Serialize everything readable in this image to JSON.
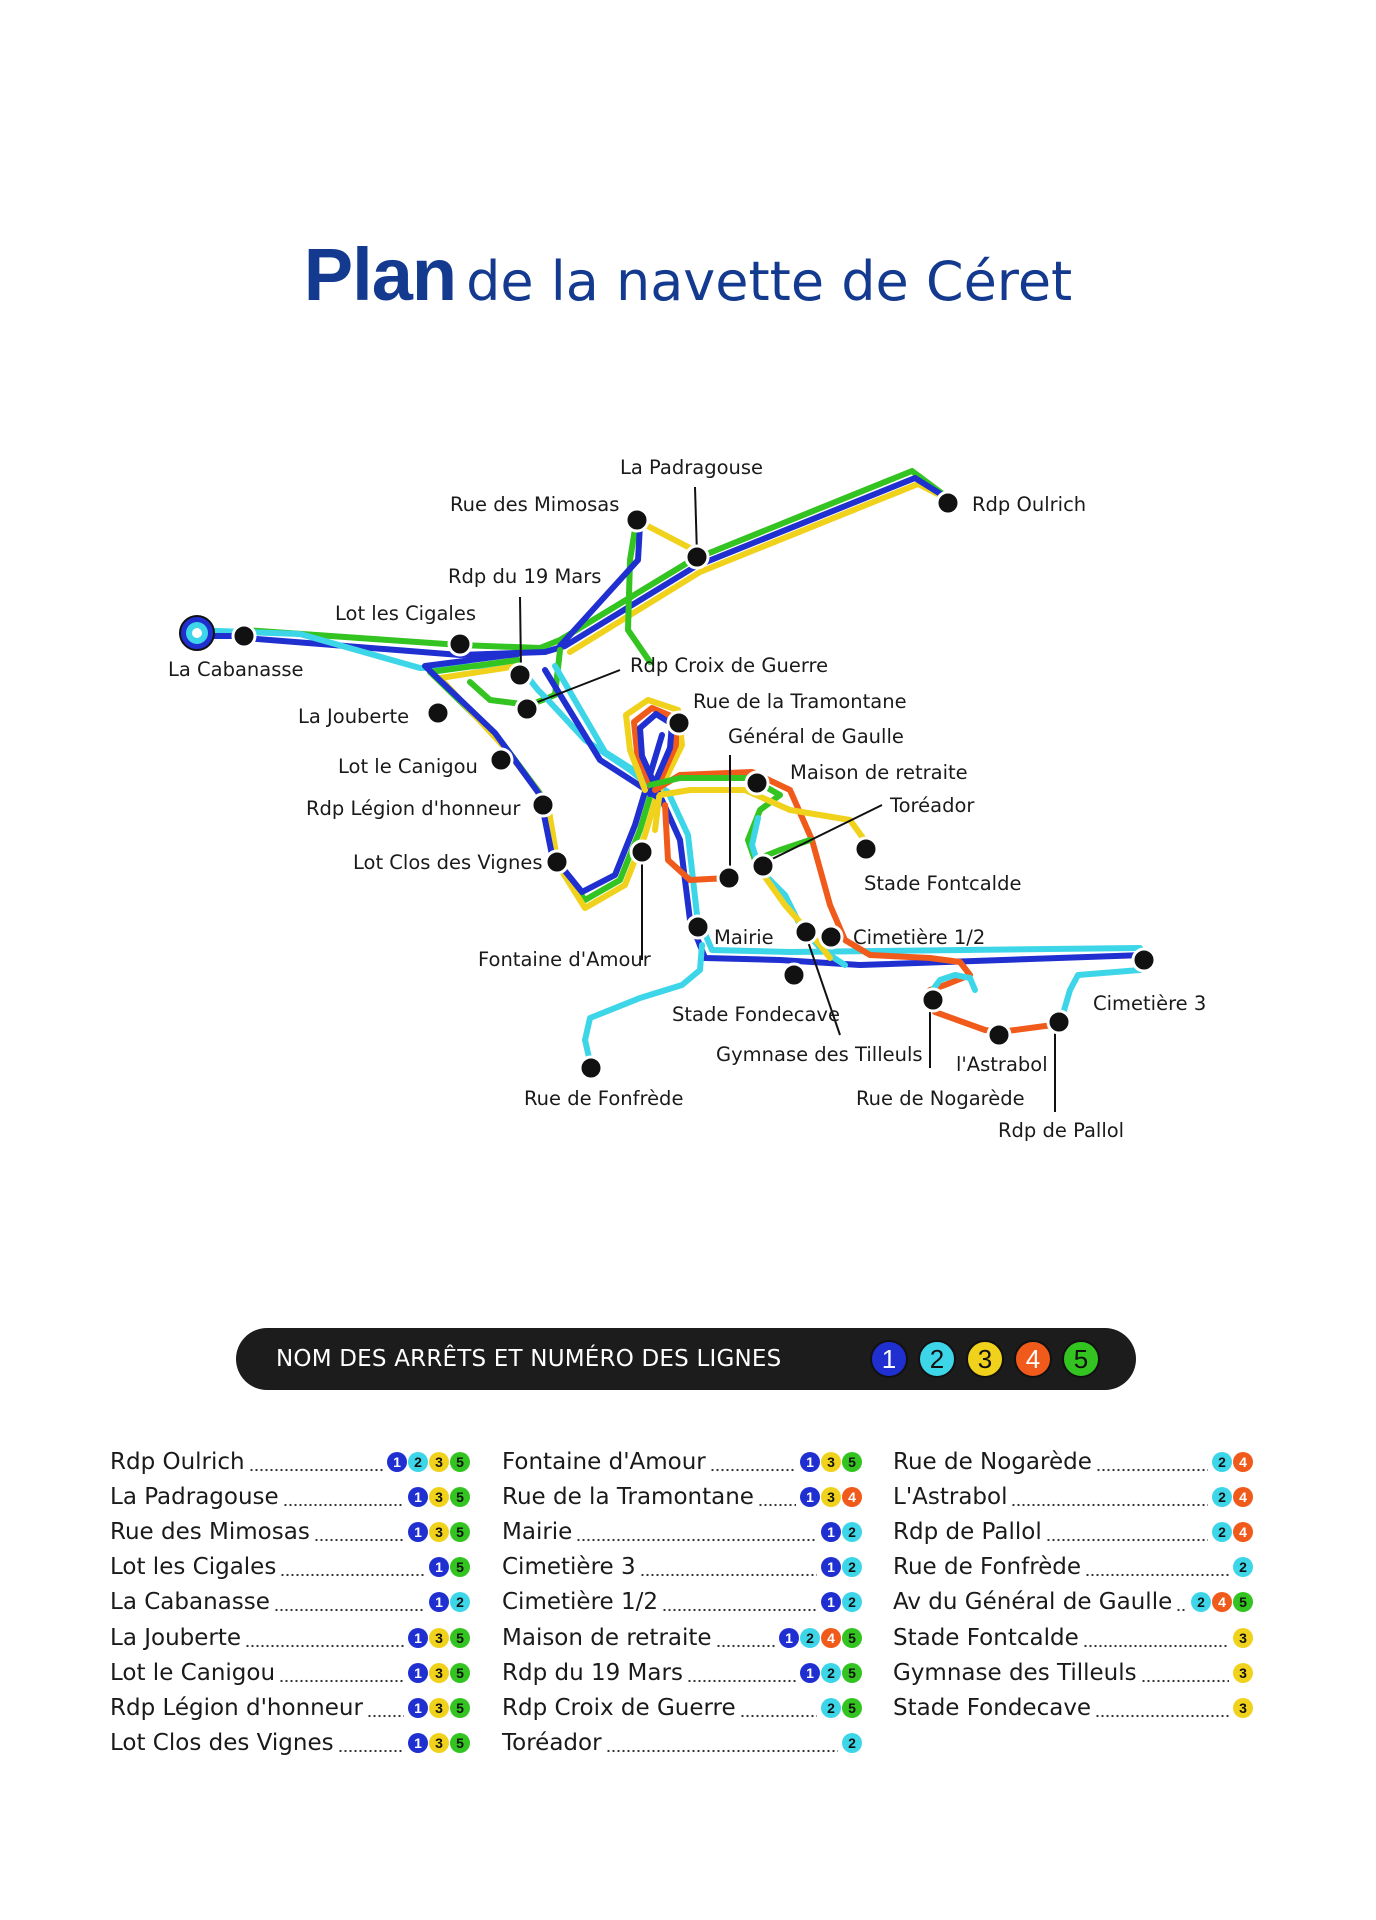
{
  "title": {
    "bold": "Plan",
    "rest": "de la navette de Céret"
  },
  "colors": {
    "line_1": "#1f2fd0",
    "line_2": "#3dd6e8",
    "line_3": "#f0d21c",
    "line_4": "#f05a1a",
    "line_5": "#33c421",
    "title": "#133a8f",
    "station": "#111111"
  },
  "map_labels": {
    "la_padragouse": "La Padragouse",
    "rdp_oulrich": "Rdp Oulrich",
    "rue_des_mimosas": "Rue des Mimosas",
    "rdp_du_19_mars": "Rdp du 19 Mars",
    "lot_les_cigales": "Lot les Cigales",
    "la_cabanasse": "La Cabanasse",
    "rdp_croix_de_guerre": "Rdp Croix de Guerre",
    "rue_de_la_tramontane": "Rue de la Tramontane",
    "la_jouberte": "La Jouberte",
    "general_de_gaulle": "Général de Gaulle",
    "maison_de_retraite": "Maison de retraite",
    "lot_le_canigou": "Lot le Canigou",
    "toreador": "Toréador",
    "rdp_legion": "Rdp Légion d'honneur",
    "stade_fontcalde": "Stade Fontcalde",
    "lot_clos_des_vignes": "Lot Clos des Vignes",
    "fontaine_damour": "Fontaine d'Amour",
    "mairie": "Mairie",
    "cimetiere_12": "Cimetière 1/2",
    "cimetiere_3": "Cimetière 3",
    "stade_fondecave": "Stade Fondecave",
    "lastrabol": "l'Astrabol",
    "gymnase_des_tilleuls": "Gymnase des Tilleuls",
    "rue_de_fonfrede": "Rue de Fonfrède",
    "rue_de_nogarede": "Rue de Nogarède",
    "rdp_de_pallol": "Rdp de Pallol"
  },
  "legend": {
    "title": "NOM DES ARRÊTS ET NUMÉRO DES LIGNES",
    "lines": [
      "1",
      "2",
      "3",
      "4",
      "5"
    ]
  },
  "stops_columns": [
    [
      {
        "name": "Rdp Oulrich",
        "lines": [
          "1",
          "2",
          "3",
          "5"
        ]
      },
      {
        "name": "La Padragouse",
        "lines": [
          "1",
          "3",
          "5"
        ]
      },
      {
        "name": "Rue des Mimosas",
        "lines": [
          "1",
          "3",
          "5"
        ]
      },
      {
        "name": "Lot les Cigales",
        "lines": [
          "1",
          "5"
        ]
      },
      {
        "name": "La Cabanasse",
        "lines": [
          "1",
          "2"
        ]
      },
      {
        "name": "La Jouberte",
        "lines": [
          "1",
          "3",
          "5"
        ]
      },
      {
        "name": "Lot le Canigou",
        "lines": [
          "1",
          "3",
          "5"
        ]
      },
      {
        "name": "Rdp Légion d'honneur",
        "lines": [
          "1",
          "3",
          "5"
        ]
      },
      {
        "name": "Lot Clos des Vignes",
        "lines": [
          "1",
          "3",
          "5"
        ]
      }
    ],
    [
      {
        "name": "Fontaine d'Amour",
        "lines": [
          "1",
          "3",
          "5"
        ]
      },
      {
        "name": "Rue de la Tramontane",
        "lines": [
          "1",
          "3",
          "4"
        ]
      },
      {
        "name": "Mairie",
        "lines": [
          "1",
          "2"
        ]
      },
      {
        "name": "Cimetière 3",
        "lines": [
          "1",
          "2"
        ]
      },
      {
        "name": "Cimetière 1/2",
        "lines": [
          "1",
          "2"
        ]
      },
      {
        "name": "Maison de retraite",
        "lines": [
          "1",
          "2",
          "4",
          "5"
        ]
      },
      {
        "name": "Rdp du 19 Mars",
        "lines": [
          "1",
          "2",
          "5"
        ]
      },
      {
        "name": "Rdp Croix de Guerre",
        "lines": [
          "2",
          "5"
        ]
      },
      {
        "name": "Toréador",
        "lines": [
          "2"
        ]
      }
    ],
    [
      {
        "name": "Rue de Nogarède",
        "lines": [
          "2",
          "4"
        ]
      },
      {
        "name": "L'Astrabol",
        "lines": [
          "2",
          "4"
        ]
      },
      {
        "name": "Rdp de Pallol",
        "lines": [
          "2",
          "4"
        ]
      },
      {
        "name": "Rue de Fonfrède",
        "lines": [
          "2"
        ]
      },
      {
        "name": "Av du Général de Gaulle",
        "lines": [
          "2",
          "4",
          "5"
        ]
      },
      {
        "name": "Stade Fontcalde",
        "lines": [
          "3"
        ]
      },
      {
        "name": "Gymnase des Tilleuls",
        "lines": [
          "3"
        ]
      },
      {
        "name": "Stade Fondecave",
        "lines": [
          "3"
        ]
      }
    ]
  ]
}
